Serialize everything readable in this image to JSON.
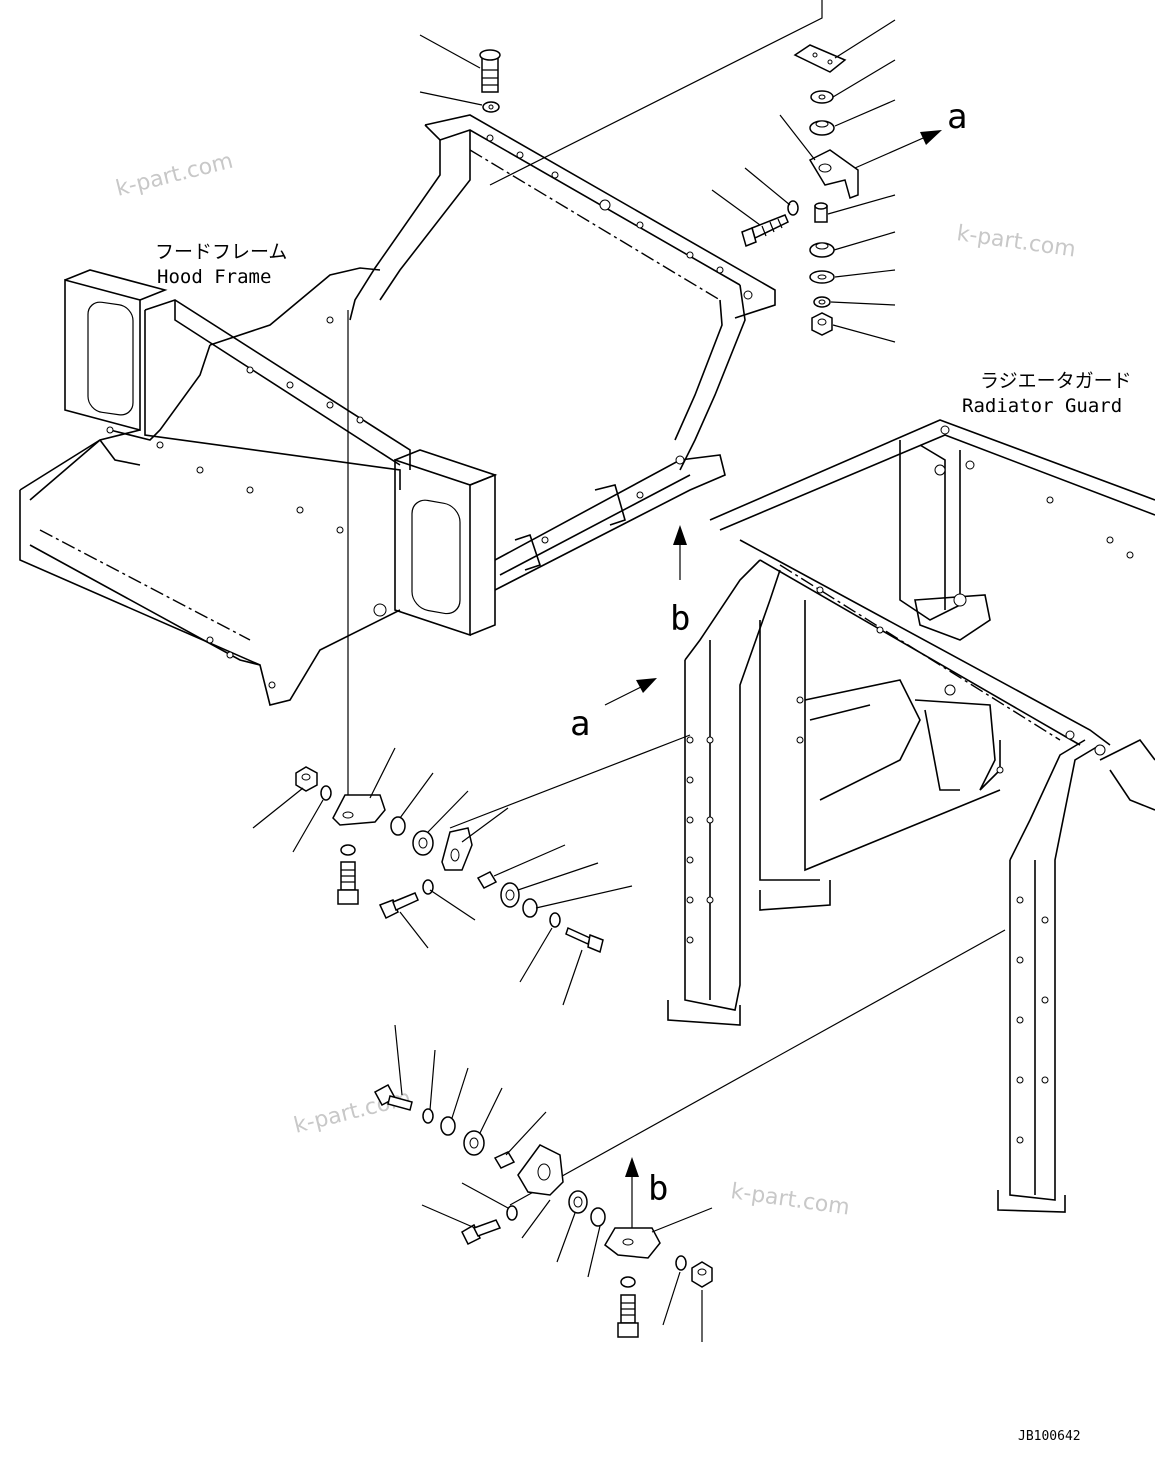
{
  "labels": {
    "hood_frame_jp": "フードフレーム",
    "hood_frame_en": "Hood Frame",
    "radiator_guard_jp": "ラジエータガード",
    "radiator_guard_en": "Radiator Guard",
    "view_a_top": "a",
    "view_b_top": "b",
    "view_a_mid": "a",
    "view_b_bottom": "b",
    "drawing_code": "JB100642"
  },
  "watermarks": [
    "k-part.com",
    "k-part.com",
    "k-part.com",
    "k-part.com"
  ]
}
